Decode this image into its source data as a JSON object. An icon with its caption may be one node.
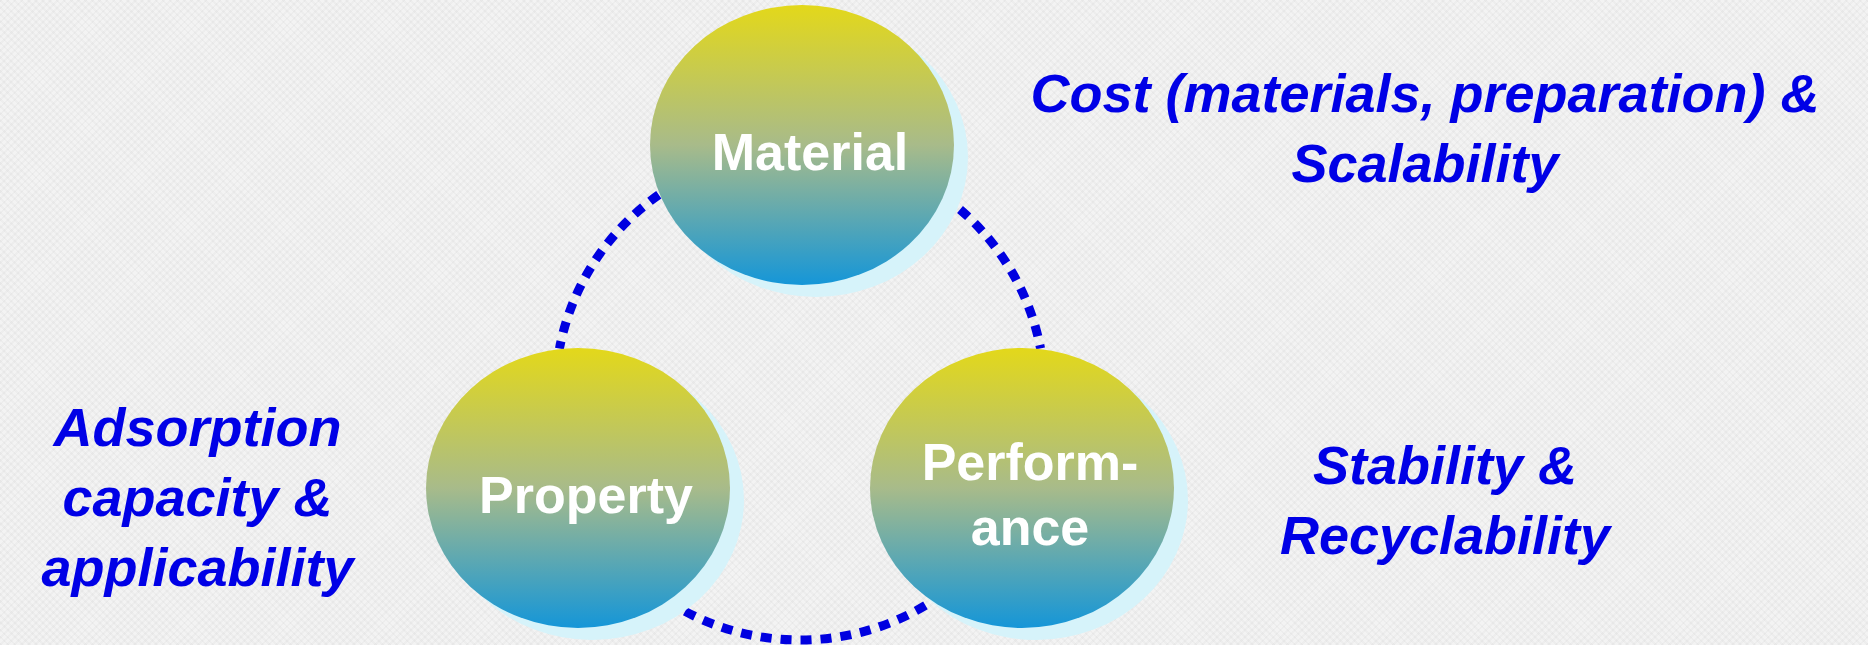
{
  "diagram": {
    "nodes": [
      {
        "text": [
          "Material"
        ],
        "beside": [
          "Cost (materials, preparation) & Scalability"
        ]
      },
      {
        "text": [
          "Property"
        ],
        "beside": [
          "Adsorption capacity & applicability"
        ]
      },
      {
        "text": [
          "Perform- ance"
        ],
        "beside": [
          "Stability & Recyclability"
        ]
      }
    ],
    "edges": [
      {
        "from": 0,
        "to": 1,
        "arrow": "none",
        "style": "dashed",
        "color": "#0000e0"
      },
      {
        "from": 0,
        "to": 2,
        "arrow": "none",
        "style": "dashed",
        "color": "#0000e0"
      },
      {
        "from": 1,
        "to": 2,
        "arrow": "none",
        "style": "dashed",
        "color": "#0000e0"
      }
    ]
  }
}
